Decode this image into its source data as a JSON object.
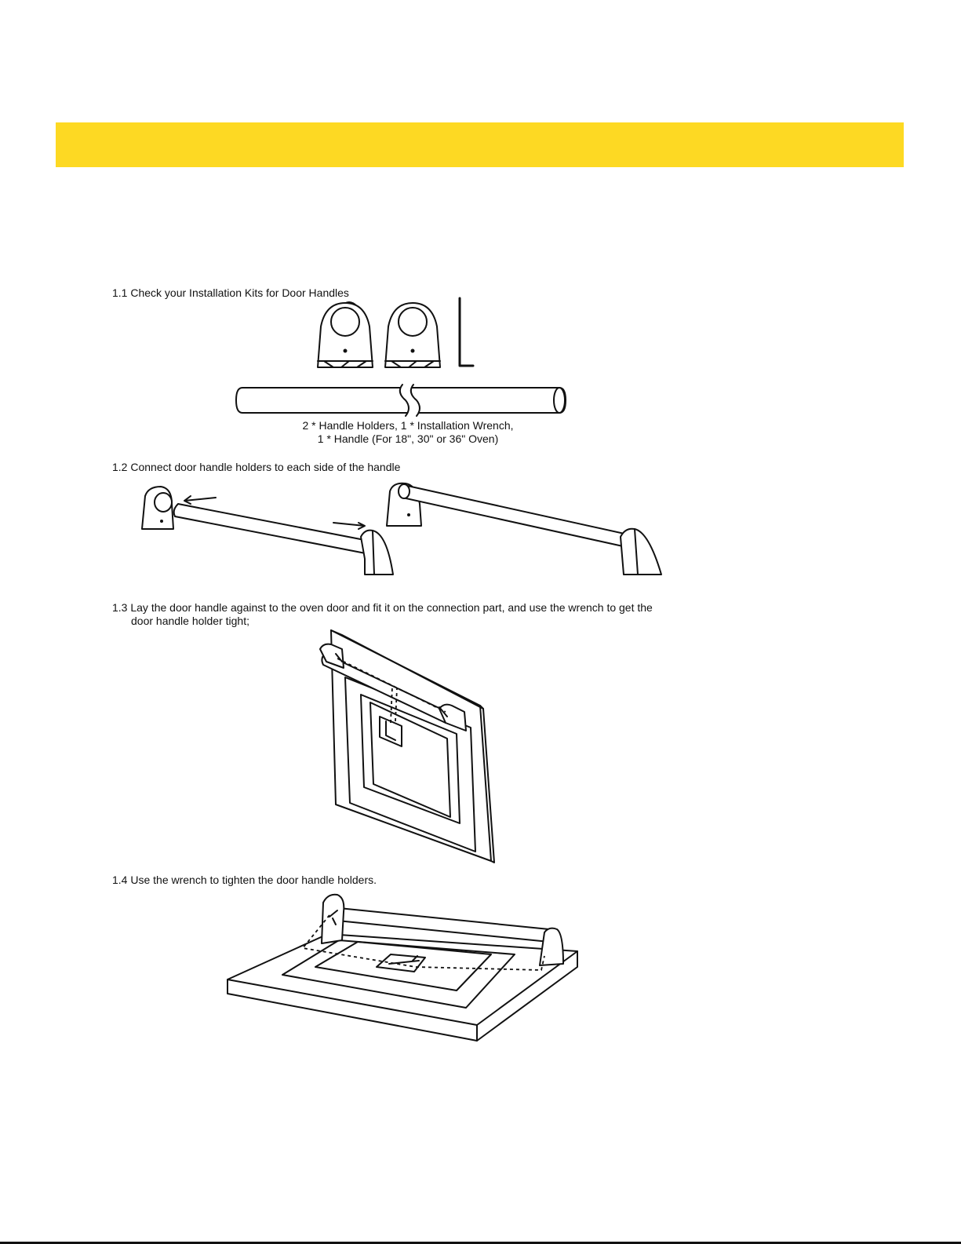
{
  "steps": {
    "s1_1": "1.1 Check your Installation Kits for Door Handles",
    "s1_1_caption_line1": "2 * Handle Holders, 1 * Installation Wrench,",
    "s1_1_caption_line2": "1 * Handle (For 18\", 30\" or 36\" Oven)",
    "s1_2": "1.2 Connect door handle holders to each side of the handle",
    "s1_3_line1": "1.3 Lay the door handle against to the oven door and fit it on the connection part, and use the wrench to get the",
    "s1_3_line2": "door handle holder tight;",
    "s1_4": "1.4 Use the wrench to tighten the door handle holders."
  },
  "colors": {
    "banner": "#fdd923",
    "ink": "#111111"
  }
}
